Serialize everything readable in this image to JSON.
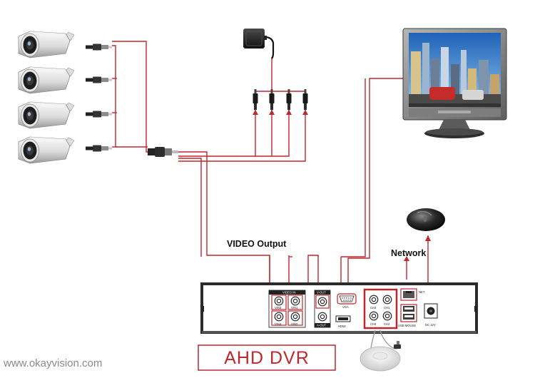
{
  "labels": {
    "video_output": "VIDEO Output",
    "network": "Network",
    "product": "AHD DVR",
    "website": "www.okayvision.com"
  },
  "panel": {
    "video_in": "VIDEO IN",
    "vin3": "VIN3",
    "vin1": "VIN1",
    "vin4": "VIN4",
    "vin2": "VIN2",
    "v_out": "V-OUT",
    "a_out": "A-OUT",
    "vga": "VGA",
    "hdmi": "HDMI",
    "ch3": "CH3",
    "ch1": "CH1",
    "ch4": "CH4",
    "ch2": "CH2",
    "net": "NET",
    "usb": "USB MOUSE",
    "dc": "DC 12V"
  },
  "colors": {
    "wire": "#c0272d",
    "highlight": "#c0272d",
    "panel": "#2b2b2b"
  },
  "devices": {
    "cameras": [
      "camera-icon",
      "camera-icon",
      "camera-icon",
      "camera-icon"
    ],
    "power": "power-adapter-icon",
    "monitor": "monitor-icon",
    "mouse": "mouse-icon",
    "microphone": "microphone-icon"
  }
}
